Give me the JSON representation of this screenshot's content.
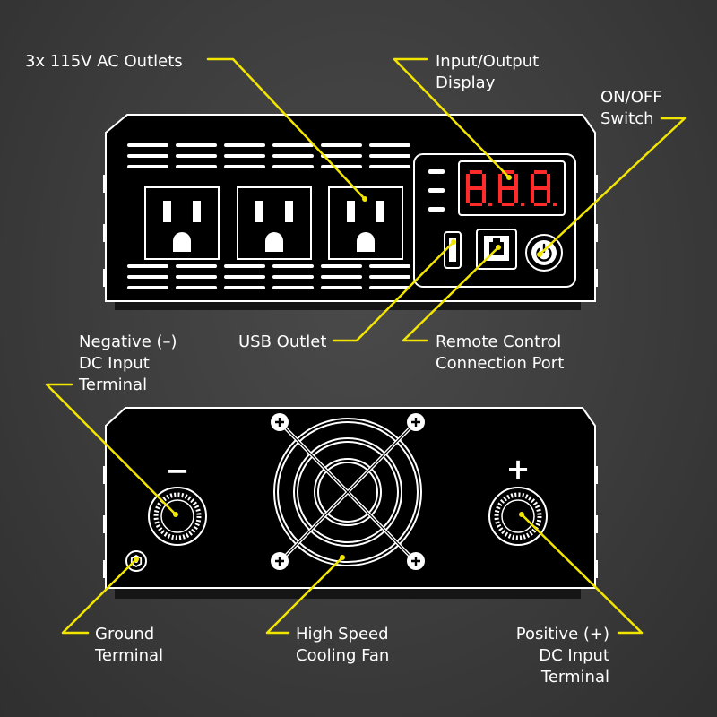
{
  "labels": {
    "ac_outlets": "3x 115V AC Outlets",
    "display_line1": "Input/Output",
    "display_line2": "Display",
    "switch_line1": "ON/OFF",
    "switch_line2": "Switch",
    "usb": "USB Outlet",
    "remote_line1": "Remote Control",
    "remote_line2": "Connection Port",
    "negative_line1": "Negative (–)",
    "negative_line2": "DC Input",
    "negative_line3": "Terminal",
    "ground_line1": "Ground",
    "ground_line2": "Terminal",
    "fan_line1": "High Speed",
    "fan_line2": "Cooling Fan",
    "positive_line1": "Positive (+)",
    "positive_line2": "DC Input",
    "positive_line3": "Terminal"
  },
  "symbols": {
    "minus": "−",
    "plus": "+"
  },
  "display": {
    "segments_shown": "8.8.8."
  },
  "colors": {
    "background": "#3c3c3c",
    "device_body": "#000000",
    "outline": "#ffffff",
    "leader_lines": "#f2e600",
    "display_digits": "#ff2a2a"
  },
  "icons": [
    "ac-outlet-icon",
    "usb-port-icon",
    "rj11-port-icon",
    "power-button-icon",
    "terminal-knob-icon",
    "cooling-fan-icon",
    "screw-icon"
  ]
}
